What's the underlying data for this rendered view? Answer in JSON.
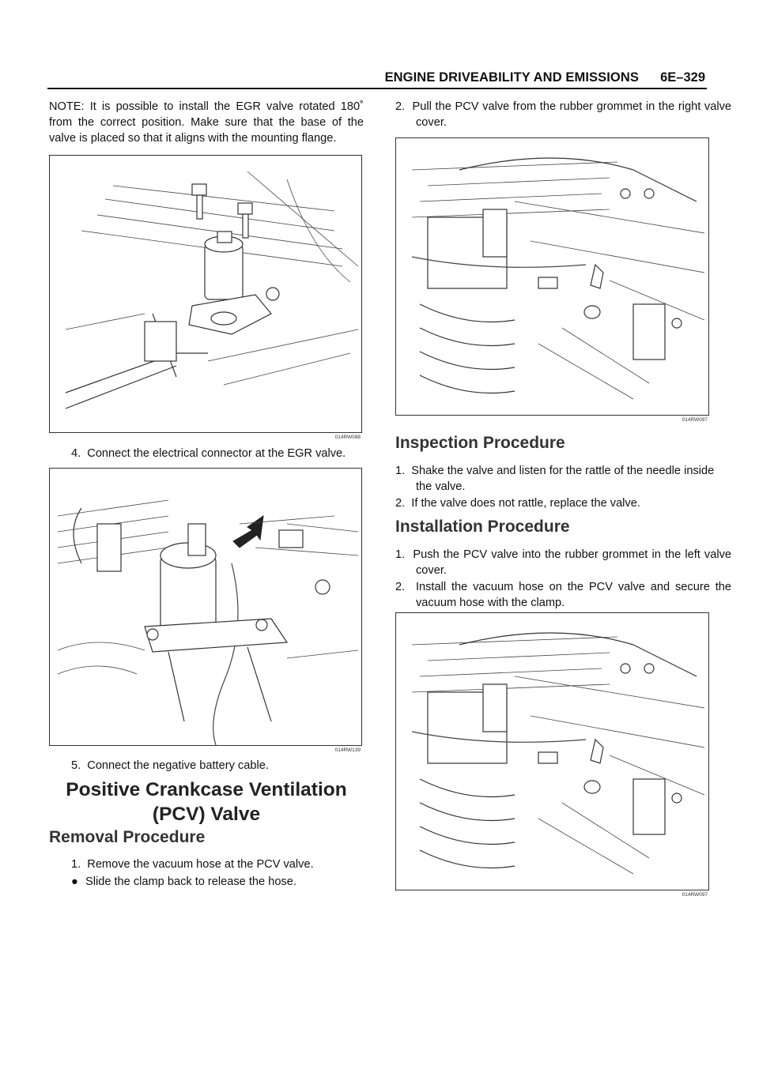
{
  "header": {
    "title": "ENGINE DRIVEABILITY AND EMISSIONS",
    "page_number": "6E–329"
  },
  "left": {
    "note": "NOTE:  It is possible to install the EGR valve rotated 180˚ from the correct position.  Make sure that the base of the valve is placed so that it aligns with the mounting flange.",
    "figure1_caption": "014RW098",
    "step4": "4.  Connect the electrical connector at the EGR valve.",
    "figure2_caption": "014RW139",
    "step5": "5.  Connect the negative battery cable.",
    "section_title_line1": "Positive Crankcase Ventilation",
    "section_title_line2": "(PCV) Valve",
    "removal_heading": "Removal Procedure",
    "removal_step1": "1.  Remove the vacuum hose at the PCV valve.",
    "removal_bullet": "Slide the clamp back to release the hose."
  },
  "right": {
    "step2": "2.  Pull the PCV valve from the rubber grommet in the right valve cover.",
    "figure3_caption": "014RW097",
    "inspection_heading": "Inspection Procedure",
    "inspection_step1": "1.  Shake the valve and listen for the rattle of the needle inside the valve.",
    "inspection_step2": "2.  If the valve does not rattle, replace the valve.",
    "installation_heading": "Installation Procedure",
    "installation_step1": "1.  Push the PCV valve into the rubber grommet in the left valve cover.",
    "installation_step2": "2.  Install the vacuum hose on the PCV valve and secure the vacuum hose with the clamp.",
    "figure4_caption": "014RW097"
  },
  "icons": {
    "bullet": "filled-circle-bullet"
  }
}
